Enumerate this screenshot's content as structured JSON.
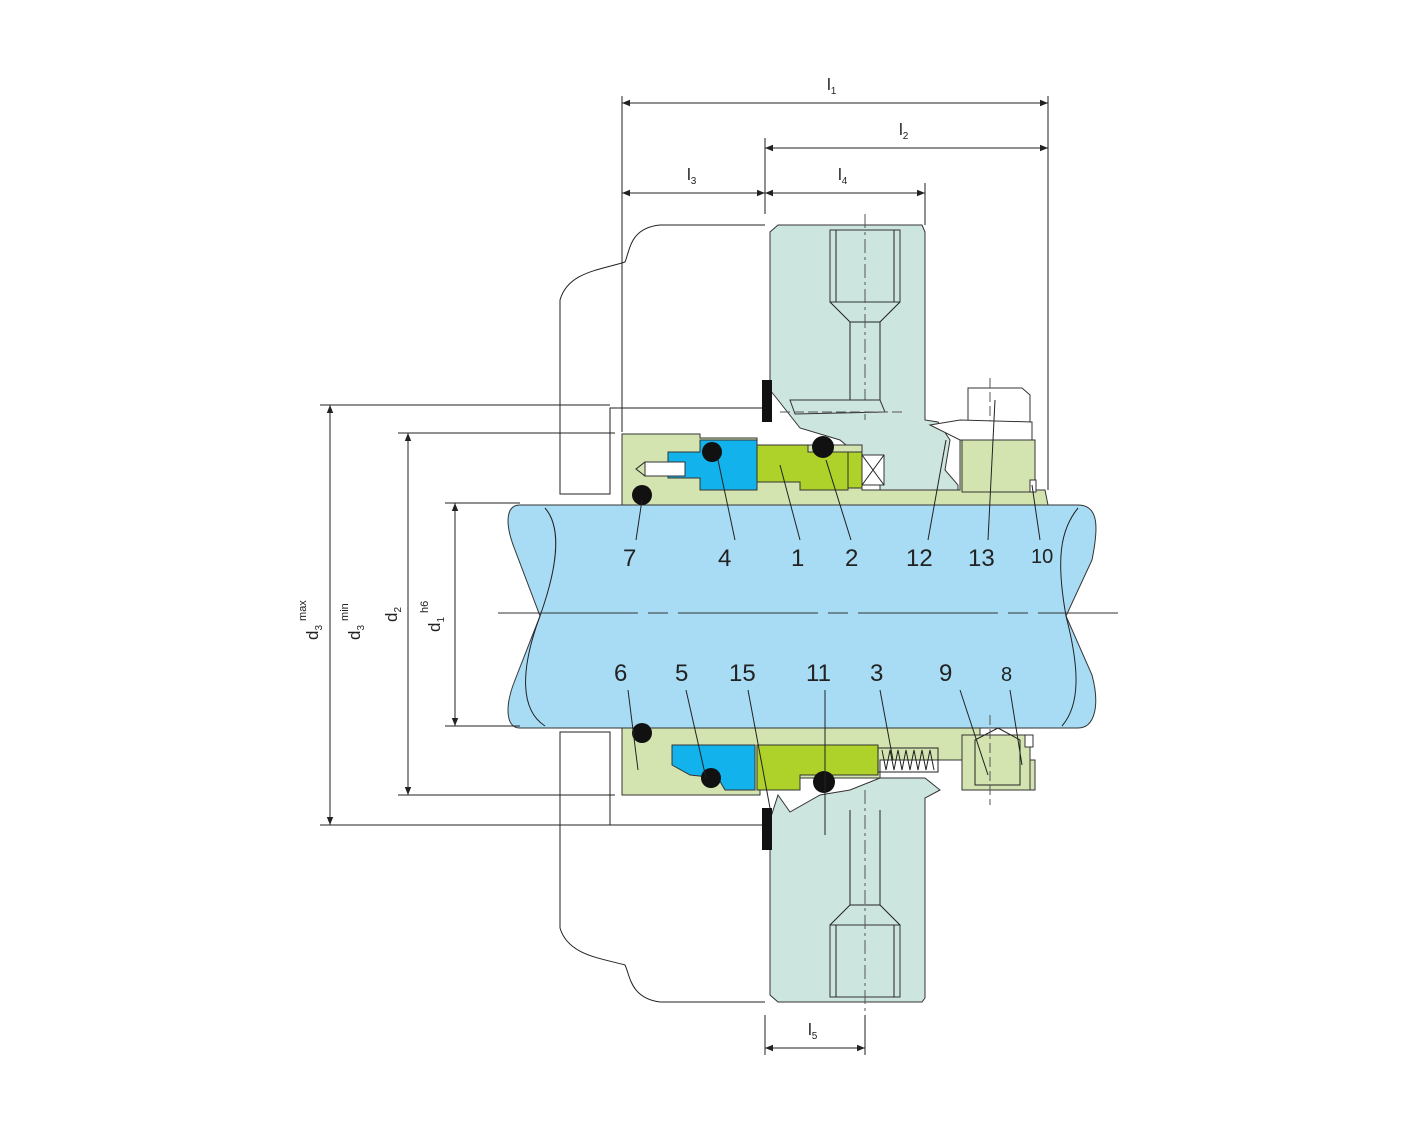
{
  "colors": {
    "shaft": "#a8dcf5",
    "housing": "#cde5df",
    "sleeve": "#d4e4b1",
    "seat": "#12b2ec",
    "face": "#afd22b",
    "oring": "#111111",
    "line": "#333333"
  },
  "labels_upper": [
    "7",
    "4",
    "1",
    "2",
    "12",
    "13",
    "10"
  ],
  "labels_lower": [
    "6",
    "5",
    "15",
    "11",
    "3",
    "9",
    "8"
  ],
  "dims": {
    "l1": {
      "base": "l",
      "sub": "1"
    },
    "l2": {
      "base": "l",
      "sub": "2"
    },
    "l3": {
      "base": "l",
      "sub": "3"
    },
    "l4": {
      "base": "l",
      "sub": "4"
    },
    "l5": {
      "base": "l",
      "sub": "5"
    },
    "d3max": {
      "base": "d",
      "sub": "3",
      "sup": "max"
    },
    "d3min": {
      "base": "d",
      "sub": "3",
      "sup": "min"
    },
    "d2": {
      "base": "d",
      "sub": "2"
    },
    "d1": {
      "base": "d",
      "sub": "1",
      "sup": "h6"
    }
  }
}
